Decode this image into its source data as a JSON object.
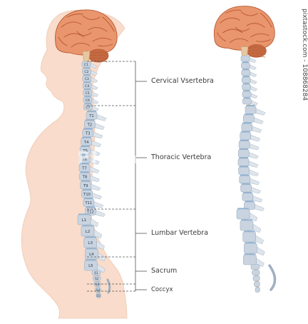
{
  "labels": {
    "cervical": "Cervical Vsertebra",
    "thoracic": "Thoracic Vertebra",
    "lumbar": "Lumbar Vertebra",
    "sacrum": "Sacrum",
    "coccyx": "Coccyx"
  },
  "vertebrae": {
    "cervical": [
      "C1",
      "C2",
      "C3",
      "C4",
      "C5",
      "C6",
      "C7"
    ],
    "thoracic": [
      "T1",
      "T2",
      "T3",
      "T4",
      "T5",
      "T6",
      "T7",
      "T8",
      "T9",
      "T10",
      "T11",
      "T12"
    ],
    "lumbar": [
      "L1",
      "L2",
      "L3",
      "L4",
      "L5"
    ],
    "sacral": [
      "S1",
      "S2",
      "S3",
      "S4",
      "S5"
    ]
  },
  "watermark": {
    "text": "PIXTA",
    "side": "pixtastock.com - 108868284"
  },
  "colors": {
    "skin": "#f9dccb",
    "brain": "#e9956d",
    "brain_fold": "#b85a32",
    "cerebellum": "#c46a42",
    "spinal_cord": "#e6c8a0",
    "vertebra": "#c9d4e0",
    "disc": "#8fb2d6",
    "leader_line": "#555555"
  }
}
